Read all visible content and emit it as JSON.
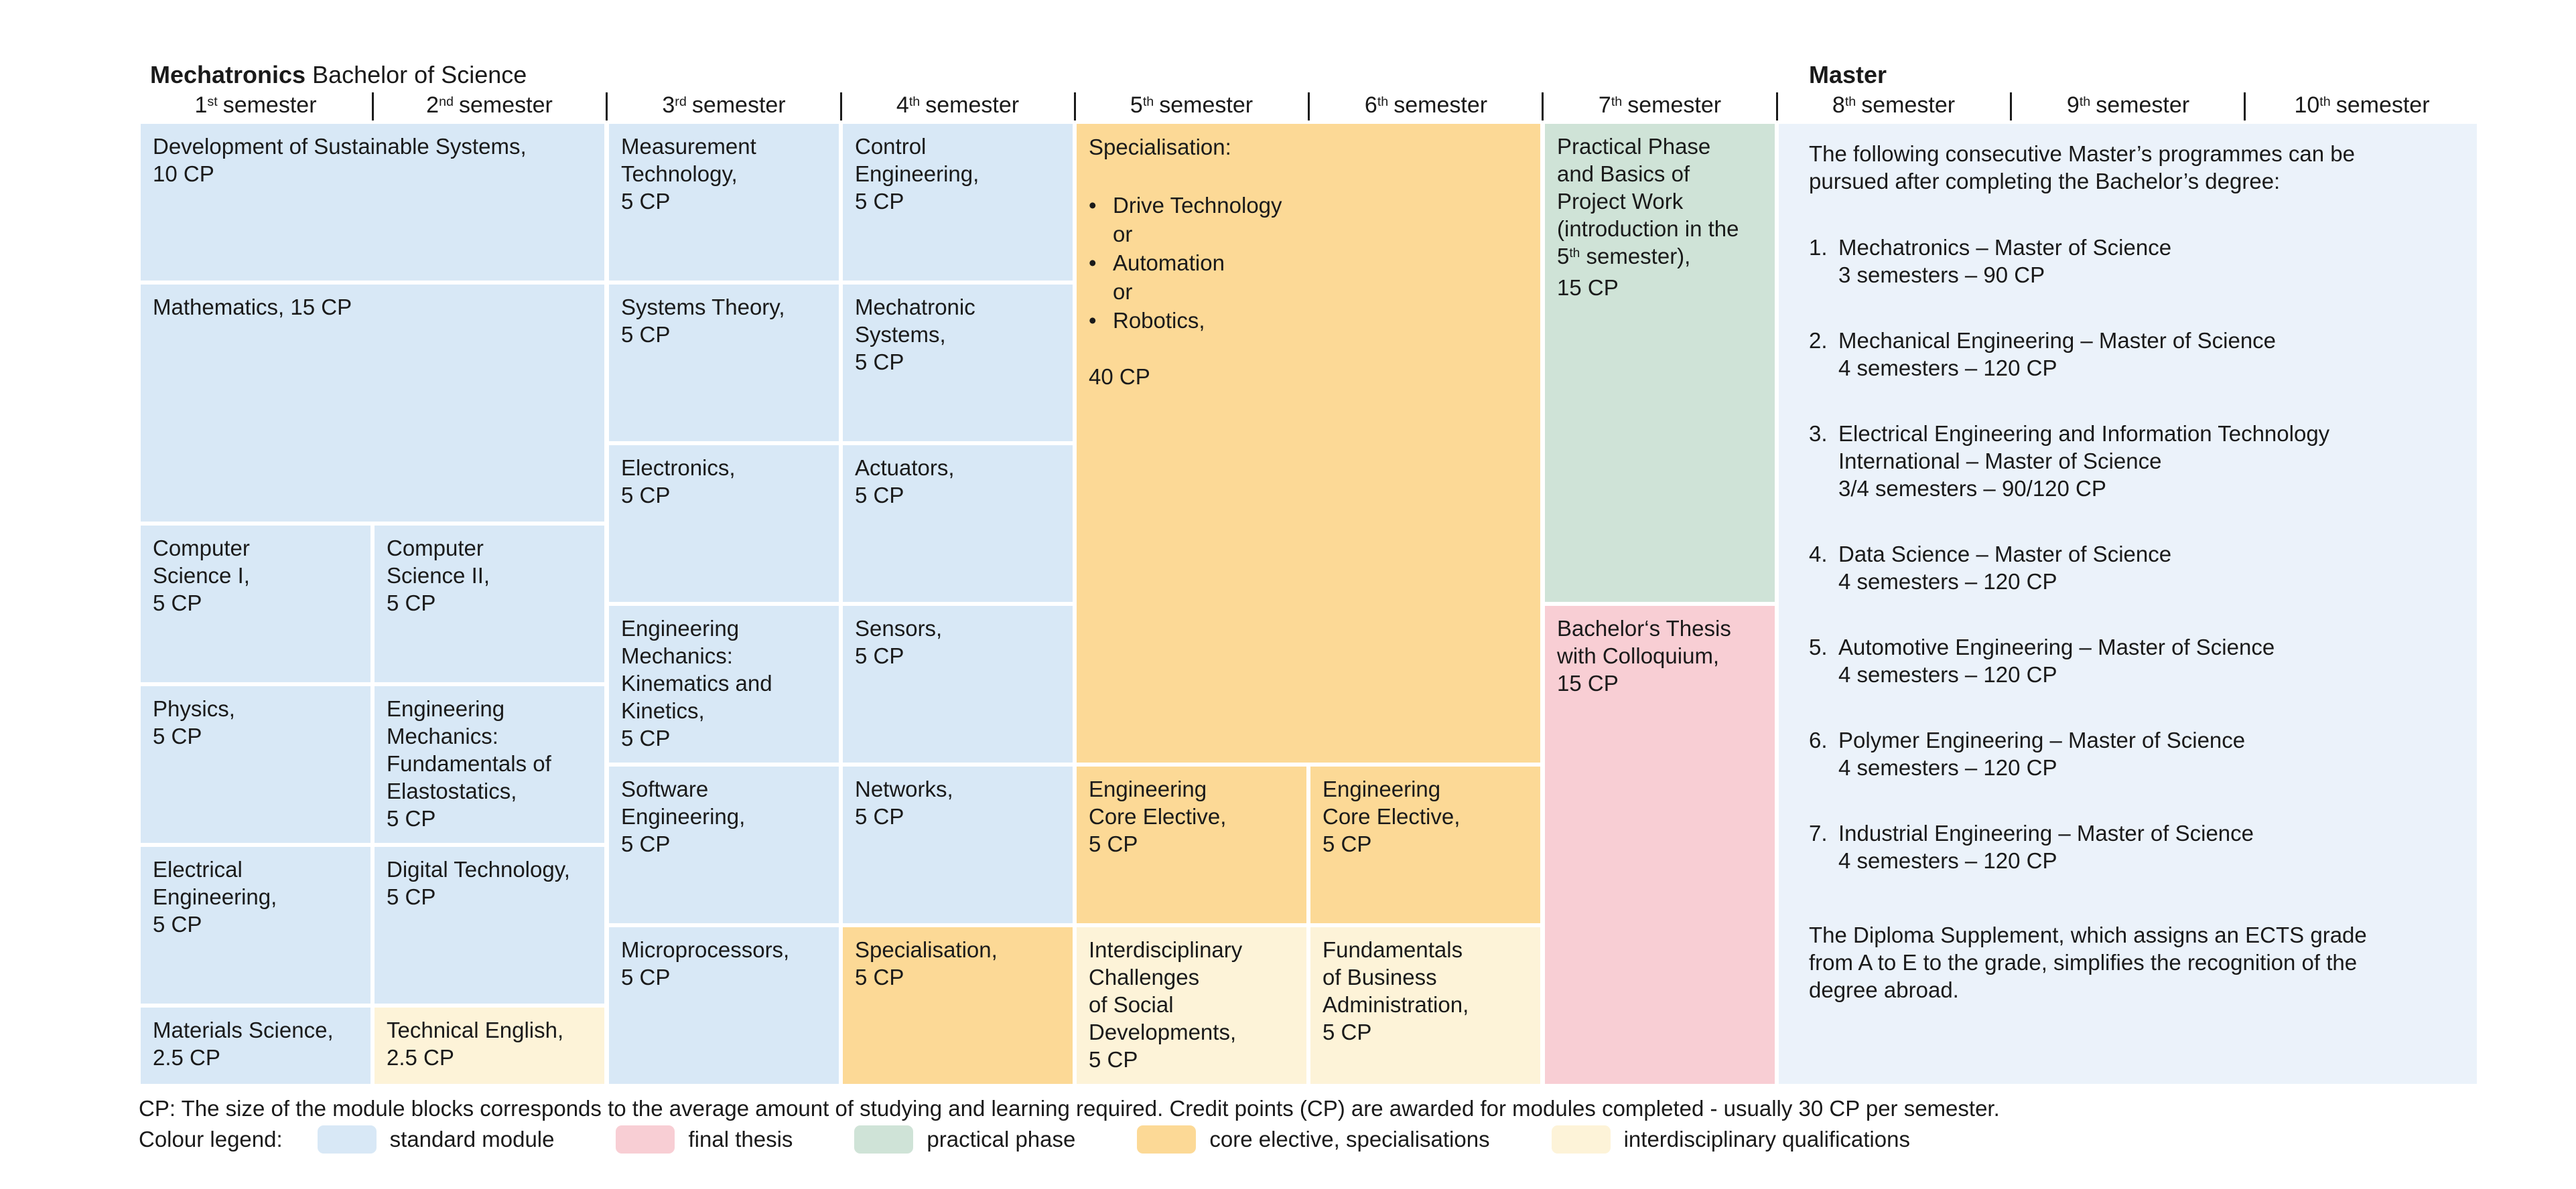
{
  "titles": {
    "bachelor_bold": "Mechatronics",
    "bachelor_rest": " Bachelor of Science",
    "master": "Master"
  },
  "header": {
    "semester_word": "semester",
    "semesters": [
      {
        "num": "1",
        "suffix": "st"
      },
      {
        "num": "2",
        "suffix": "nd"
      },
      {
        "num": "3",
        "suffix": "rd"
      },
      {
        "num": "4",
        "suffix": "th"
      },
      {
        "num": "5",
        "suffix": "th"
      },
      {
        "num": "6",
        "suffix": "th"
      },
      {
        "num": "7",
        "suffix": "th"
      },
      {
        "num": "8",
        "suffix": "th"
      },
      {
        "num": "9",
        "suffix": "th"
      },
      {
        "num": "10",
        "suffix": "th"
      }
    ]
  },
  "modules": {
    "dev": "Development of Sustainable Systems,\n10 CP",
    "math": "Mathematics, 15 CP",
    "cs1": "Computer\nScience I,\n5 CP",
    "cs2": "Computer\nScience II,\n5 CP",
    "physics": "Physics,\n5 CP",
    "mech_elast": "Engineering\nMechanics:\nFundamentals of\nElastostatics,\n5 CP",
    "electrical": "Electrical\nEngineering,\n5 CP",
    "digital": "Digital Technology,\n5 CP",
    "materials": "Materials Science,\n2.5 CP",
    "tech_english": "Technical English,\n2.5 CP",
    "measurement": "Measurement\nTechnology,\n5 CP",
    "systems_theory": "Systems Theory,\n5 CP",
    "electronics": "Electronics,\n5 CP",
    "mech_kin": "Engineering\nMechanics:\nKinematics and\nKinetics,\n5 CP",
    "software": "Software\nEngineering,\n5 CP",
    "microprocessors": "Microprocessors,\n5 CP",
    "control": "Control\nEngineering,\n5 CP",
    "mechatronic": "Mechatronic\nSystems,\n5 CP",
    "actuators": "Actuators,\n5 CP",
    "sensors": "Sensors,\n5 CP",
    "networks": "Networks,\n5 CP",
    "spec_small": "Specialisation,\n5 CP",
    "core_elective": "Engineering\nCore Elective,\n5 CP",
    "interdisciplinary": "Interdisciplinary\nChallenges\nof Social\nDevelopments,\n5 CP",
    "business": "Fundamentals\nof Business\nAdministration,\n5 CP",
    "thesis": "Bachelor‘s Thesis\nwith Colloquium,\n15 CP"
  },
  "specialisation": {
    "title": "Specialisation:",
    "bullet": "•",
    "options": [
      "Drive Technology",
      "Automation",
      "Robotics,"
    ],
    "or_word": "or",
    "cp": "40 CP"
  },
  "practical": {
    "top": "Practical Phase\nand Basics of\nProject Work\n(introduction in the",
    "sem_num": "5",
    "sem_sup": "th",
    "sem_rest": " semester),",
    "cp": "15 CP"
  },
  "master": {
    "intro": "The following consecutive Master’s programmes can be\npursued after completing the Bachelor’s degree:",
    "items": [
      {
        "num": "1.",
        "lines": "Mechatronics – Master of Science\n3 semesters – 90 CP"
      },
      {
        "num": "2.",
        "lines": "Mechanical Engineering – Master of Science\n4 semesters – 120 CP"
      },
      {
        "num": "3.",
        "lines": "Electrical Engineering and Information Technology\nInternational – Master of Science\n3/4 semesters – 90/120 CP"
      },
      {
        "num": "4.",
        "lines": "Data Science – Master of Science\n4 semesters – 120 CP"
      },
      {
        "num": "5.",
        "lines": "Automotive Engineering – Master of Science\n4 semesters – 120 CP"
      },
      {
        "num": "6.",
        "lines": "Polymer Engineering – Master of Science\n4 semesters – 120 CP"
      },
      {
        "num": "7.",
        "lines": "Industrial Engineering – Master of Science\n4 semesters – 120 CP"
      }
    ],
    "closing": "The Diploma Supplement, which assigns an ECTS grade\nfrom A to E to the grade, simplifies the recognition of the\ndegree abroad."
  },
  "footer": {
    "cp_note": "CP: The size of the module blocks corresponds to the average amount of studying and learning required. Credit points (CP) are awarded for modules completed - usually 30 CP per semester.",
    "legend_label": "Colour legend:",
    "legend": [
      {
        "label": "standard module",
        "color": "#d8e8f6"
      },
      {
        "label": "final thesis",
        "color": "#f8ced4"
      },
      {
        "label": "practical phase",
        "color": "#cfe3d7"
      },
      {
        "label": "core elective, specialisations",
        "color": "#fcd996"
      },
      {
        "label": "interdisciplinary qualifications",
        "color": "#fdf3d8"
      }
    ]
  },
  "colors": {
    "standard_module": "#d8e8f6",
    "final_thesis": "#f8ced4",
    "practical_phase": "#cfe3d7",
    "core_elective": "#fcd996",
    "interdisciplinary": "#fdf3d8",
    "master_panel": "#ebf2fa",
    "text": "#1a1a1a"
  }
}
